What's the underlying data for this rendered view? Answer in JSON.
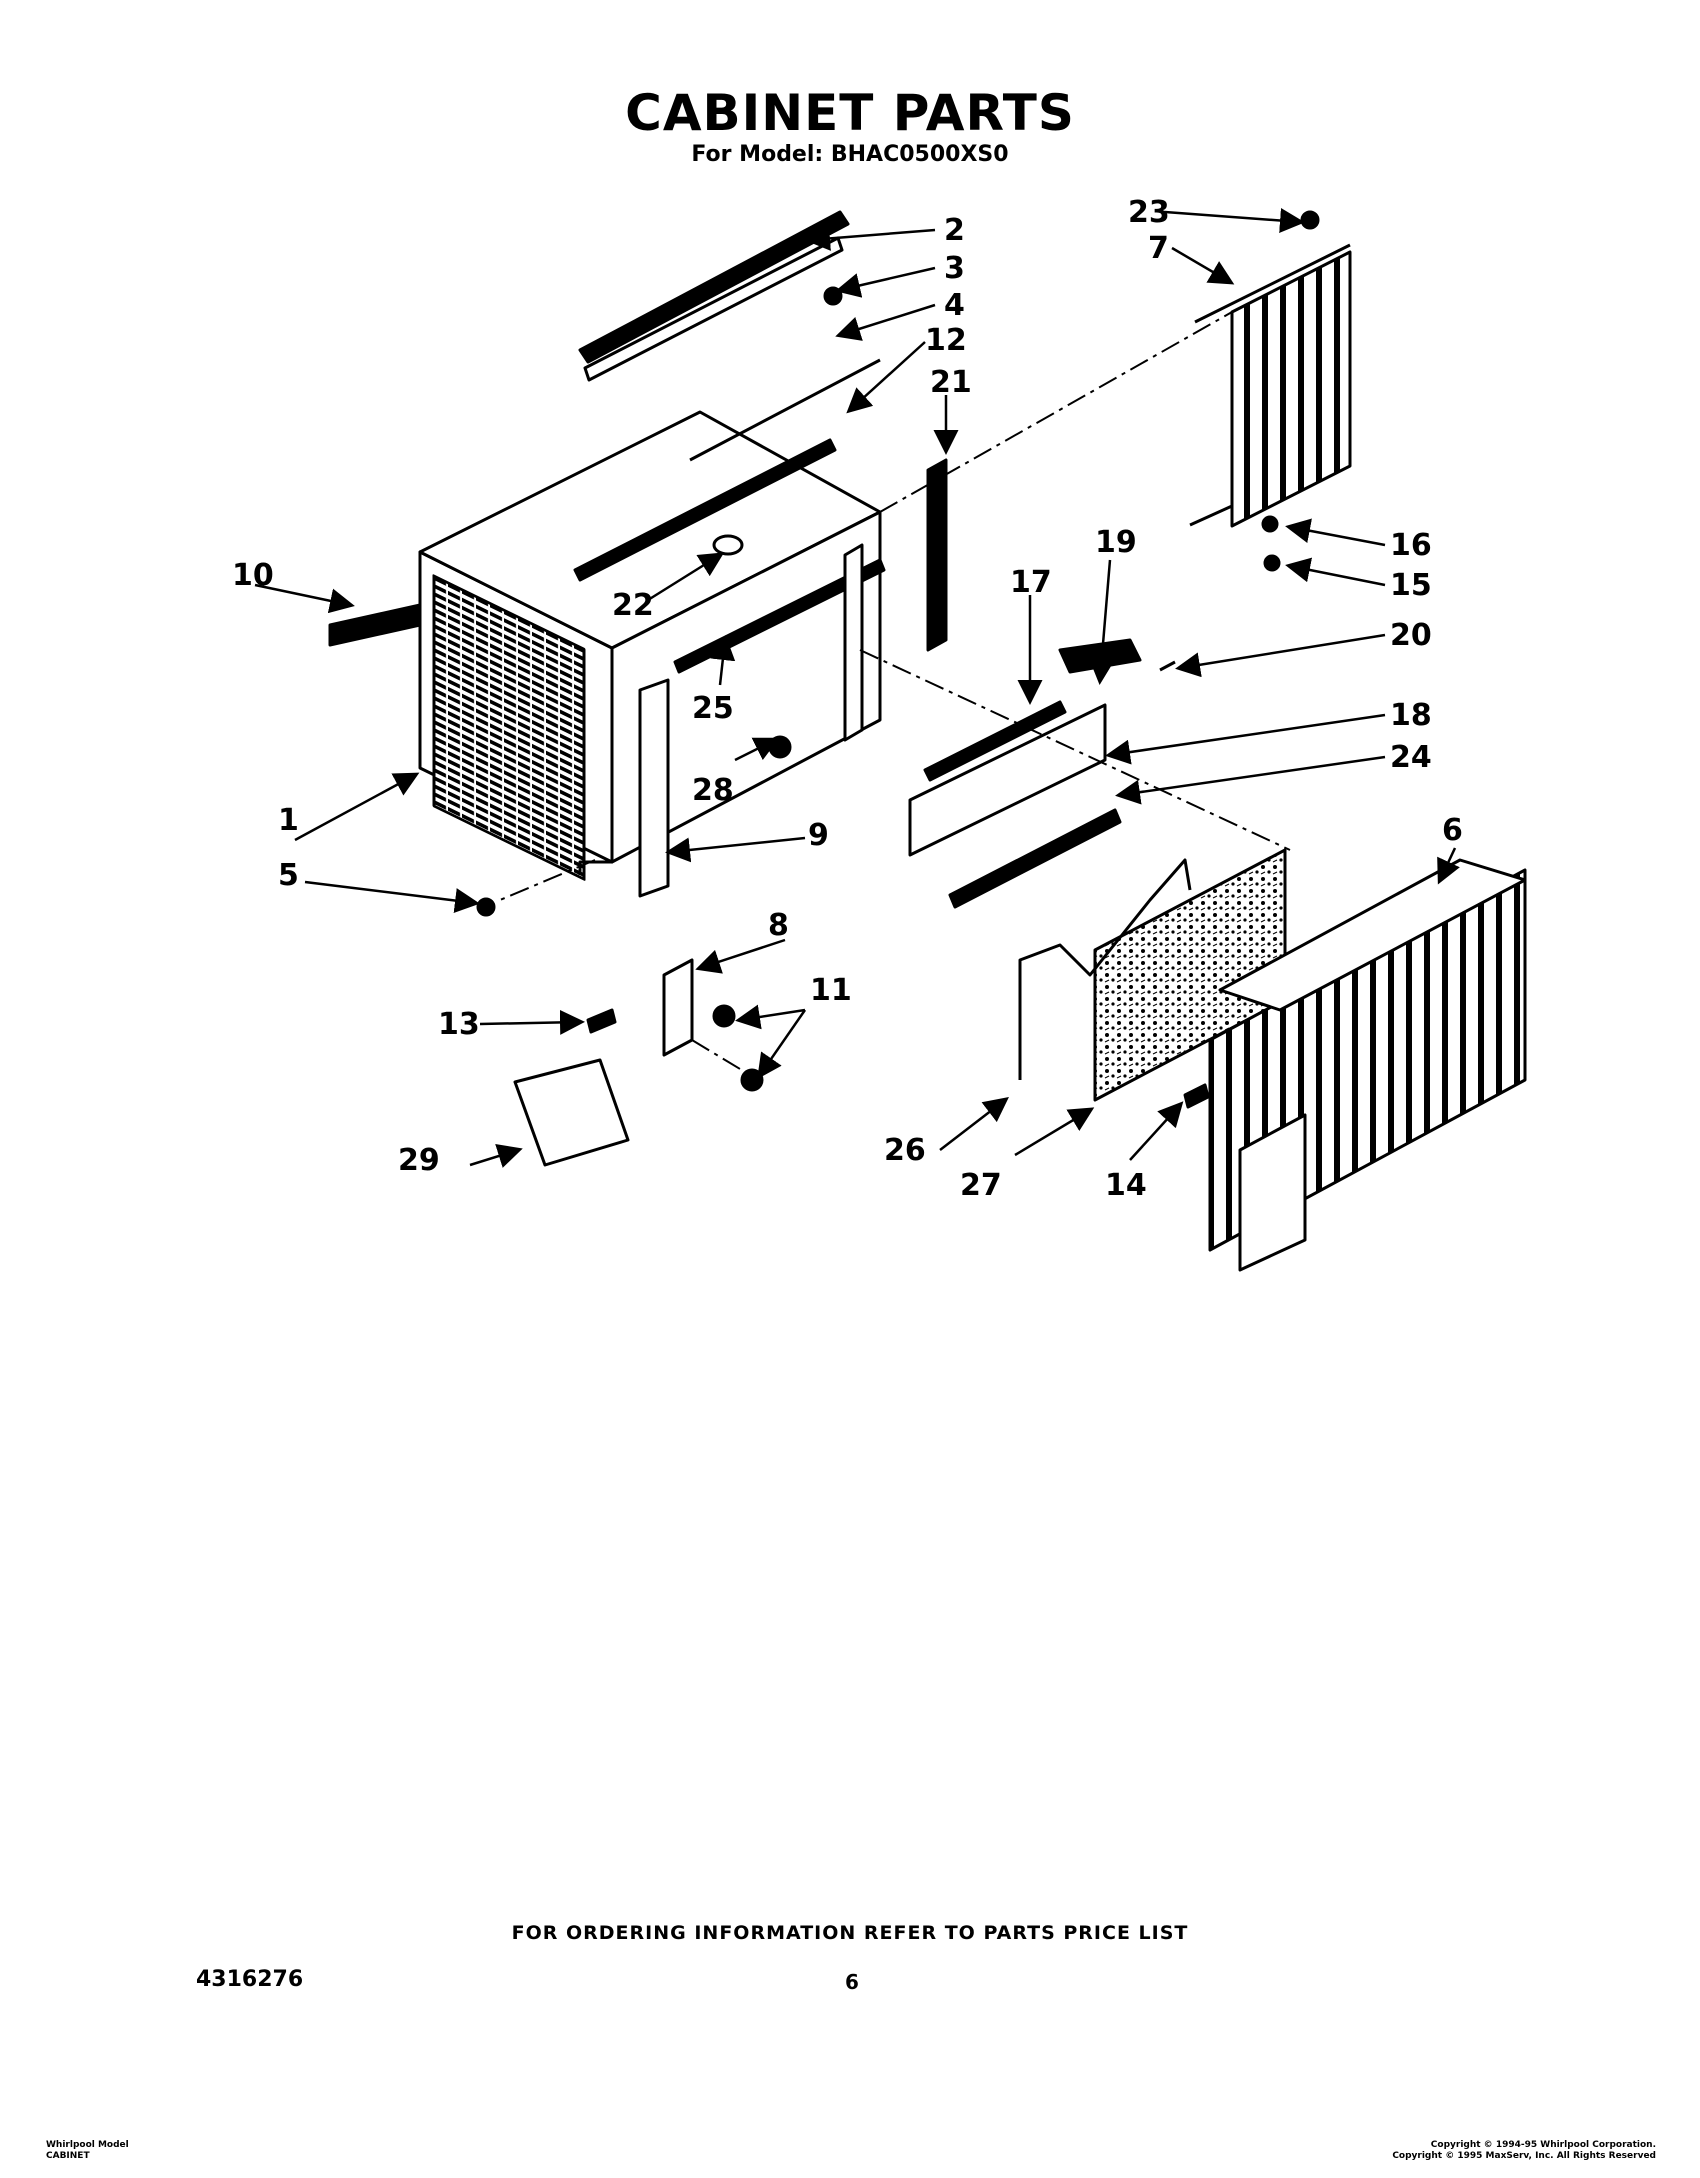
{
  "header": {
    "title": "CABINET PARTS",
    "subtitle": "For Model: BHAC0500XS0"
  },
  "callouts": [
    "1",
    "2",
    "3",
    "4",
    "5",
    "6",
    "7",
    "8",
    "9",
    "10",
    "11",
    "12",
    "13",
    "14",
    "15",
    "16",
    "17",
    "18",
    "19",
    "20",
    "21",
    "22",
    "23",
    "24",
    "25",
    "26",
    "27",
    "28",
    "29"
  ],
  "footer": {
    "ordering_note": "FOR ORDERING INFORMATION REFER TO PARTS PRICE LIST",
    "part_number": "4316276",
    "page_number": "6",
    "left_line1": "Whirlpool Model",
    "left_line2": "CABINET",
    "right_line1": "Copyright © 1994-95 Whirlpool Corporation.",
    "right_line2": "Copyright © 1995 MaxServ, Inc.  All Rights Reserved"
  }
}
